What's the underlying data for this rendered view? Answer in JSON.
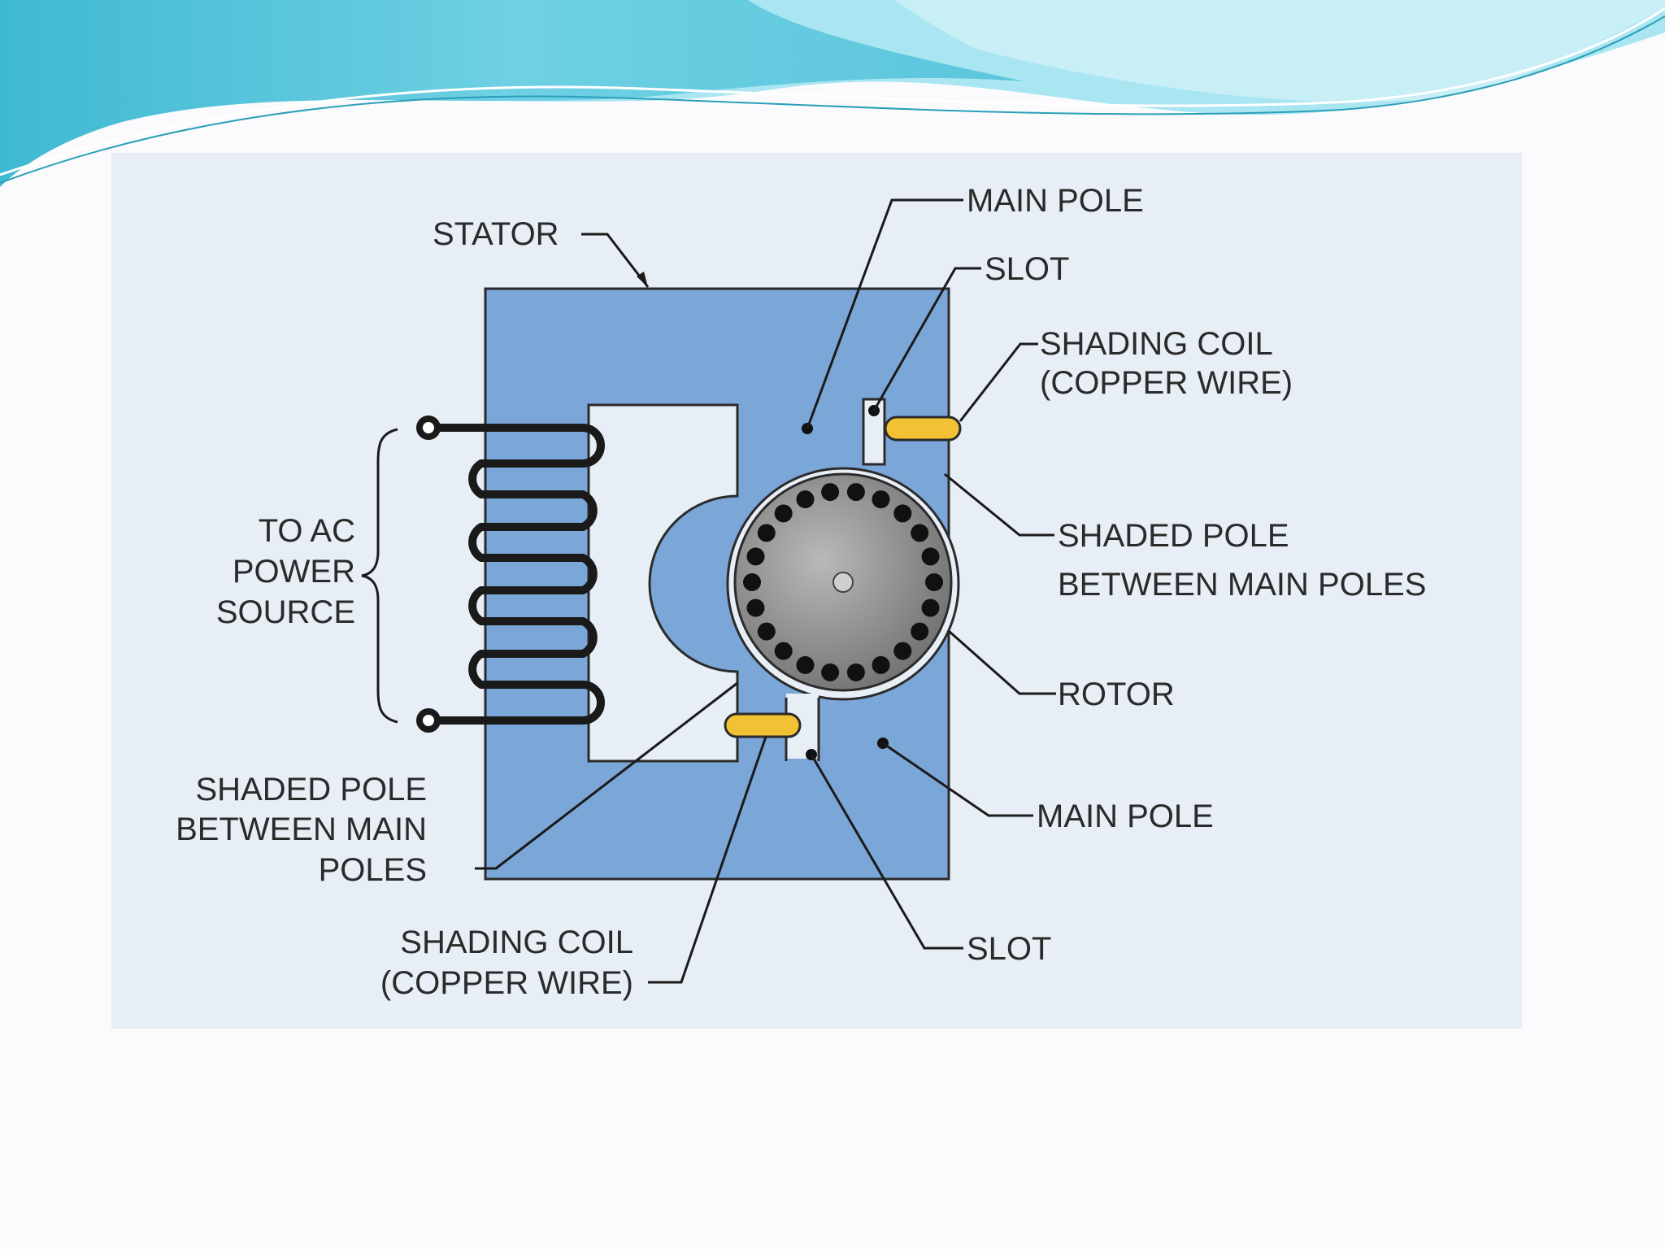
{
  "slide": {
    "header_colors": [
      "#4fc3d9",
      "#8fdcea",
      "#ffffff"
    ],
    "panel_color": "#e8eef6"
  },
  "diagram": {
    "colors": {
      "stator": "#7ba6d8",
      "stator_edge": "#2b2b2b",
      "coil_wire": "#1a1a1a",
      "shading_coil": "#f3c234",
      "rotor": "#8a8a8a",
      "rotor_dots": "#111111"
    },
    "labels": {
      "stator": "STATOR",
      "main_pole_top": "MAIN POLE",
      "slot_top": "SLOT",
      "shading_coil_top_1": "SHADING COIL",
      "shading_coil_top_2": "(COPPER WIRE)",
      "shaded_pole_right_1": "SHADED POLE",
      "shaded_pole_right_2": "BETWEEN MAIN POLES",
      "rotor": "ROTOR",
      "main_pole_bottom": "MAIN POLE",
      "slot_bottom": "SLOT",
      "shading_coil_bottom_1": "SHADING COIL",
      "shading_coil_bottom_2": "(COPPER WIRE)",
      "shaded_pole_left_1": "SHADED POLE",
      "shaded_pole_left_2": "BETWEEN MAIN",
      "shaded_pole_left_3": "POLES",
      "power_1": "TO AC",
      "power_2": "POWER",
      "power_3": "SOURCE"
    }
  }
}
